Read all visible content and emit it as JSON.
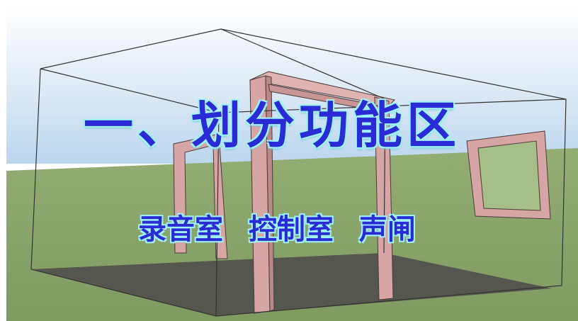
{
  "scene": {
    "title": "一、划分功能区",
    "zones": [
      "录音室",
      "控制室",
      "声闸"
    ]
  },
  "colors": {
    "sky": "#c7dff2",
    "ground": "#8aa56a",
    "floor": "#55574f",
    "wall_frame": "#d7a3a3",
    "text": "#2b2bd6",
    "text_glow": "#9ff2f7"
  }
}
